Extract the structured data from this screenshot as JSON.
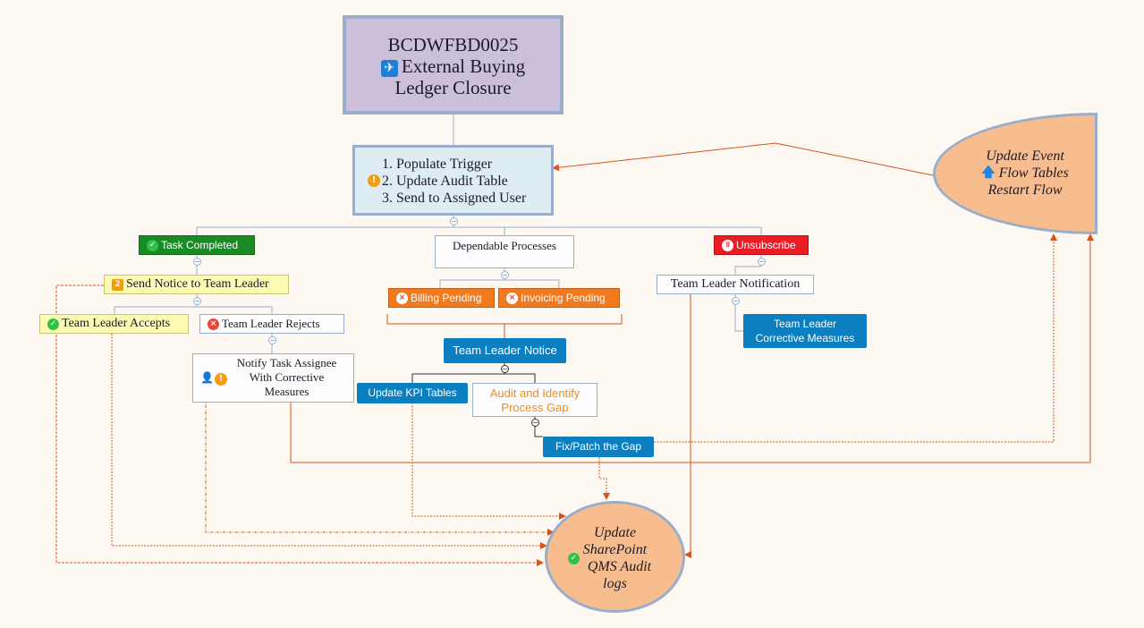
{
  "root": {
    "code": "BCDWFBD0025",
    "title_line1": "External Buying",
    "title_line2": "Ledger Closure",
    "icon": "airplane-icon"
  },
  "trigger": {
    "steps": [
      "1. Populate Trigger",
      "2. Update Audit Table",
      "3. Send to Assigned User"
    ],
    "icon": "warning-icon"
  },
  "event_flow": {
    "lines": [
      "Update Event",
      "Flow Tables",
      "Restart Flow"
    ],
    "icon": "up-arrow-icon"
  },
  "sharepoint": {
    "lines": [
      "Update",
      "SharePoint",
      "QMS  Audit",
      "logs"
    ],
    "icon": "check-icon"
  },
  "branches": {
    "task_completed": "Task Completed",
    "dependable": "Dependable Processes",
    "unsubscribe": "Unsubscribe"
  },
  "task_branch": {
    "send_notice": "Send Notice to Team Leader",
    "send_notice_badge": "2",
    "accepts": "Team Leader Accepts",
    "rejects": "Team Leader Rejects",
    "notify": [
      "Notify Task Assignee",
      "With Corrective",
      "Measures"
    ]
  },
  "dependable_branch": {
    "billing": "Billing Pending",
    "invoicing": "Invoicing Pending",
    "team_leader_notice": "Team Leader Notice",
    "update_kpi": "Update KPI Tables",
    "audit": [
      "Audit and Identify",
      "Process Gap"
    ],
    "fix_patch": "Fix/Patch the Gap"
  },
  "unsubscribe_branch": {
    "notification": "Team Leader Notification",
    "corrective": [
      "Team Leader",
      "Corrective Measures"
    ]
  },
  "colors": {
    "connector": "#d4541c",
    "tree_line": "#9aaecb",
    "background": "#fdf9f2"
  }
}
